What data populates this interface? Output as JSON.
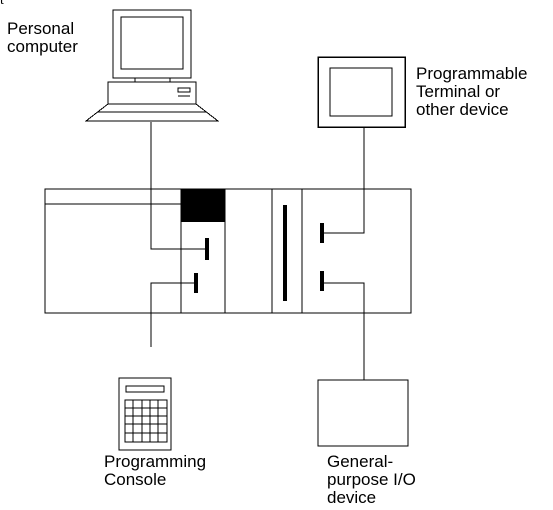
{
  "labels": {
    "personal_computer": [
      "Personal",
      "computer"
    ],
    "programmable_terminal": [
      "Programmable",
      "Terminal or",
      "other device"
    ],
    "programming_console": [
      "Programming",
      "Console"
    ],
    "general_purpose_io": [
      "General-",
      "purpose I/O",
      "device"
    ]
  },
  "corner_mark": "t",
  "colors": {
    "line": "#000000",
    "background": "#ffffff"
  }
}
